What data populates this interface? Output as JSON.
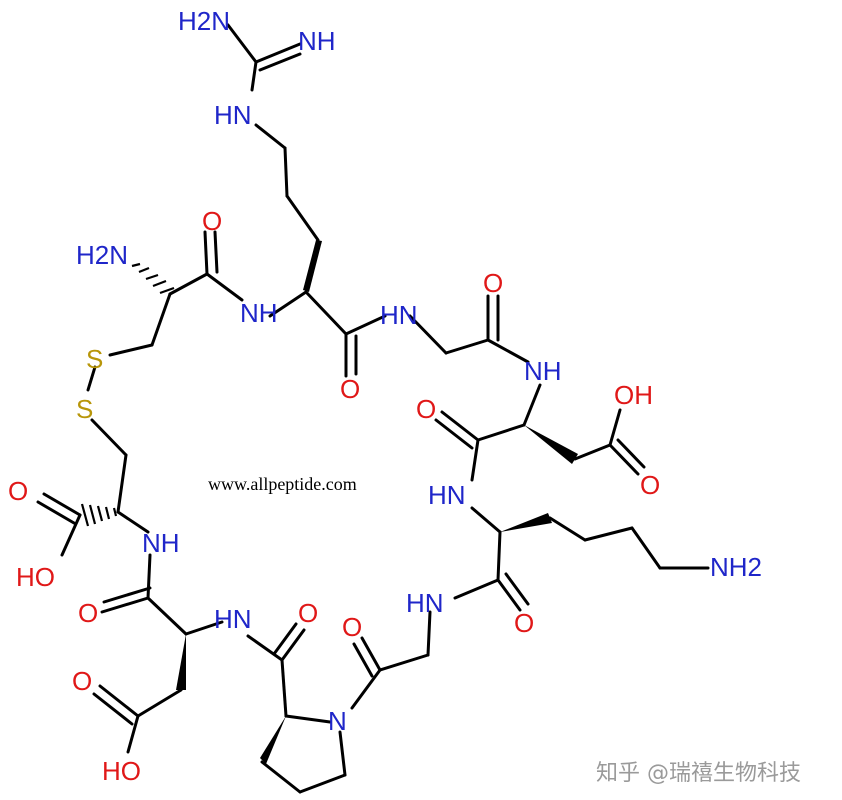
{
  "colors": {
    "bond": "#000000",
    "N": "#1f26c9",
    "O": "#e01818",
    "S": "#b8960a",
    "watermark": "#9a9a9a"
  },
  "site_url": "www.allpeptide.com",
  "watermark": "知乎 @瑞禧生物科技",
  "labels": {
    "guan_h2n": "H2N",
    "guan_nh": "NH",
    "guan_hn": "HN",
    "cys_h2n": "H2N",
    "o_cys_co": "O",
    "nh_arg": "NH",
    "o_arg_co": "O",
    "hn_gly1": "HN",
    "o_gly1": "O",
    "nh_asp1": "NH",
    "asp1_oh": "OH",
    "asp1_o": "O",
    "o_asp1_co": "O",
    "hn_lys": "HN",
    "lys_nh2": "NH2",
    "o_lys_co": "O",
    "hn_gly2": "HN",
    "o_gly2": "O",
    "n_pro": "N",
    "o_pro": "O",
    "hn_asp2": "HN",
    "o_asp2_co": "O",
    "asp2_o": "O",
    "asp2_ho": "HO",
    "nh_cys2": "NH",
    "cys2_o": "O",
    "cys2_ho": "HO",
    "s1": "S",
    "s2": "S"
  }
}
